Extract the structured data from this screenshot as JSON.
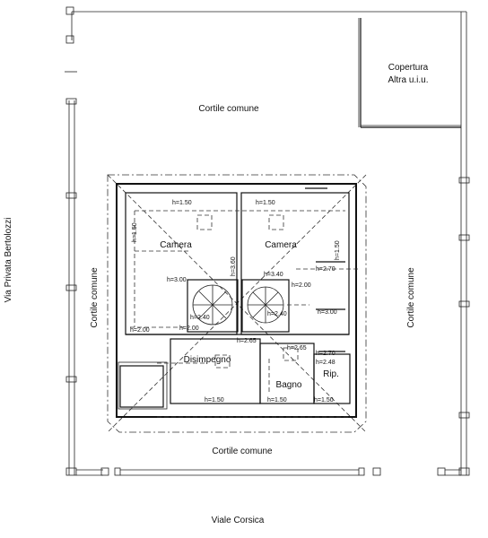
{
  "plan": {
    "copertura_line1": "Copertura",
    "copertura_line2": "Altra u.i.u.",
    "cortile_top": "Cortile comune",
    "cortile_left": "Cortile comune",
    "cortile_right": "Cortile comune",
    "cortile_bottom": "Cortile comune",
    "via_left": "Via Privata Bertolozzi",
    "viale_bottom": "Viale Corsica",
    "rooms": {
      "camera_left": "Camera",
      "camera_right": "Camera",
      "disimpegno": "Disimpegno",
      "bagno": "Bagno",
      "rip": "Rip."
    },
    "heights": {
      "h1": "h=1.50",
      "h2": "h=1.50",
      "h3": "h=1.50",
      "h4": "h=1.50",
      "h5": "h=3.00",
      "h6": "h=3.60",
      "h7": "h=3.40",
      "h8": "h=2.70",
      "h9": "h=2.00",
      "h10": "h=2.40",
      "h11": "h=2.00",
      "h12": "h=3.00",
      "h13": "h=2.40",
      "h14": "h=2.65",
      "h15": "h=2.65",
      "h16": "h=2.70",
      "h17": "h=2.48",
      "h18": "h=1.50",
      "h19": "h=1.50",
      "h20": "h=1.50",
      "h21": "h=2.00"
    }
  }
}
